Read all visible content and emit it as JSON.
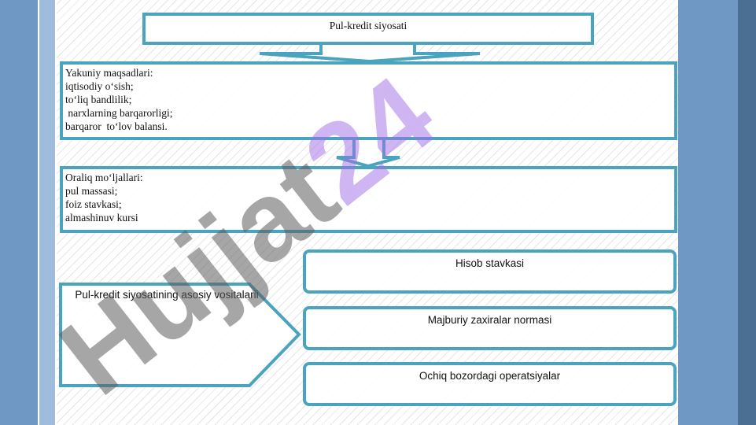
{
  "diagram": {
    "title": "Pul-kredit siyosati",
    "final_goals": {
      "lines": [
        "Yakuniy maqsadlari:",
        "iqtisodiy o‘sish;",
        "to‘liq bandlilik;",
        " narxlarning barqarorligi;",
        "barqaror  to‘lov balansi."
      ]
    },
    "intermediate_goals": {
      "lines": [
        "Oraliq mo‘ljallari:",
        "pul massasi;",
        "foiz stavkasi;",
        "almashinuv kursi"
      ]
    },
    "instruments": {
      "label": "Pul-kredit siyosatining asosiy vositalarii",
      "items": [
        "Hisob stavkasi",
        "Majburiy zaxiralar normasi",
        "Ochiq bozordagi operatsiyalar"
      ]
    }
  },
  "watermark": {
    "part1": "Hujjat",
    "part2": "24"
  },
  "colors": {
    "box_border": "#4aa3bf",
    "frame_dark": "#4b6f92",
    "frame_mid": "#6f98c4",
    "frame_light": "#9fbcdc"
  }
}
